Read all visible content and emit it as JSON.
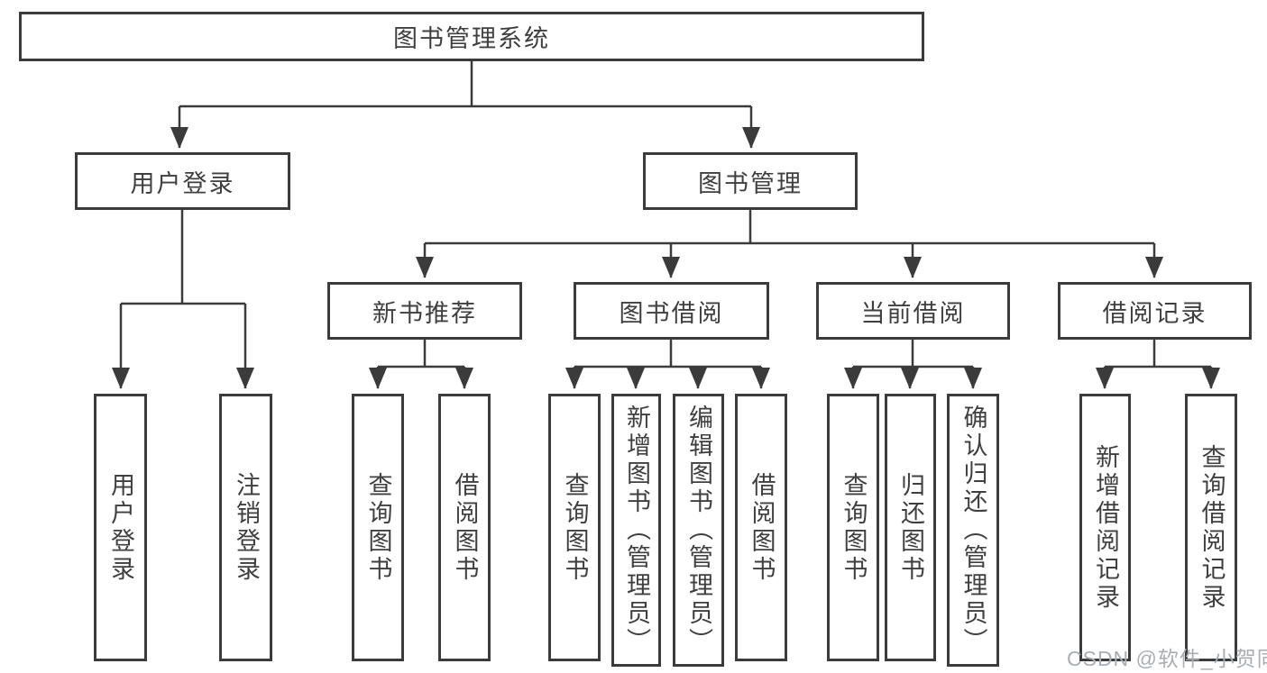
{
  "diagram": {
    "title": "图书管理系统",
    "level2": [
      {
        "label": "用户登录"
      },
      {
        "label": "图书管理"
      }
    ],
    "level3": [
      {
        "label": "新书推荐"
      },
      {
        "label": "图书借阅"
      },
      {
        "label": "当前借阅"
      },
      {
        "label": "借阅记录"
      }
    ],
    "leaves": {
      "user_login": [
        {
          "label": "用户登录"
        },
        {
          "label": "注销登录"
        }
      ],
      "new_book": [
        {
          "label": "查询图书"
        },
        {
          "label": "借阅图书"
        }
      ],
      "book_borrow": [
        {
          "label": "查询图书"
        },
        {
          "label": "新增图书（管理员）"
        },
        {
          "label": "编辑图书（管理员）"
        },
        {
          "label": "借阅图书"
        }
      ],
      "current_borrow": [
        {
          "label": "查询图书"
        },
        {
          "label": "归还图书"
        },
        {
          "label": "确认归还（管理员）"
        }
      ],
      "borrow_records": [
        {
          "label": "新增借阅记录"
        },
        {
          "label": "查询借阅记录"
        }
      ]
    },
    "watermark": "CSDN @软件_小贺同学",
    "colors": {
      "line": "#3b3b3b",
      "text": "#3f3f3f",
      "watermark": "#a9aeb3",
      "background": "#ffffff"
    }
  }
}
